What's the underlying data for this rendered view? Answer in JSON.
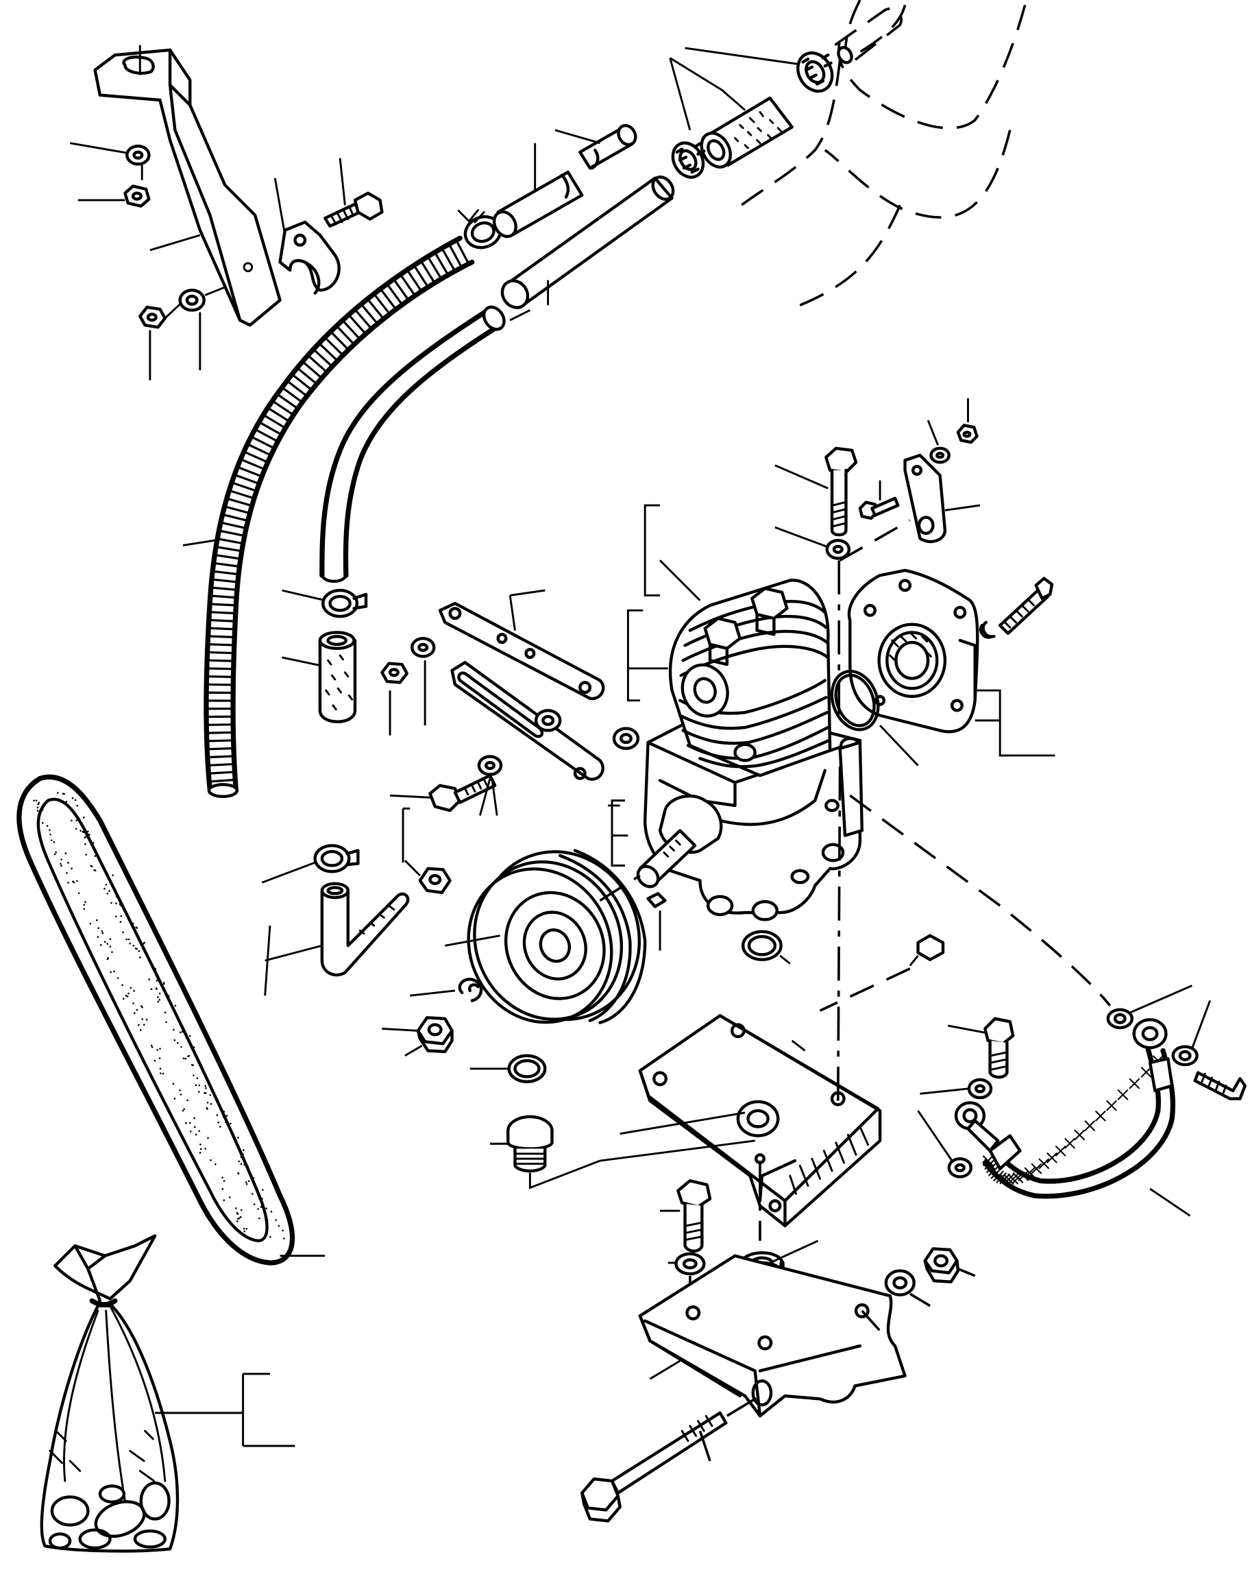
{
  "figure": {
    "kind": "exploded-parts-diagram",
    "ink_color": "#000000",
    "paper_color": "#ffffff"
  },
  "parts": [
    {
      "name": "bracket"
    },
    {
      "name": "washer"
    },
    {
      "name": "nut"
    },
    {
      "name": "clamp"
    },
    {
      "name": "bolt"
    },
    {
      "name": "flexible-hose"
    },
    {
      "name": "hose-clip"
    },
    {
      "name": "hose"
    },
    {
      "name": "pipe"
    },
    {
      "name": "sleeve"
    },
    {
      "name": "compressor"
    },
    {
      "name": "cylinder-head"
    },
    {
      "name": "cover-plate"
    },
    {
      "name": "gasket"
    },
    {
      "name": "pulley"
    },
    {
      "name": "key"
    },
    {
      "name": "drive-belt"
    },
    {
      "name": "elbow"
    },
    {
      "name": "adjusting-link"
    },
    {
      "name": "mounting-plate"
    },
    {
      "name": "plug"
    },
    {
      "name": "spring"
    },
    {
      "name": "support-bracket"
    },
    {
      "name": "long-bolt"
    },
    {
      "name": "banjo-pipe"
    },
    {
      "name": "spares-bag"
    }
  ]
}
